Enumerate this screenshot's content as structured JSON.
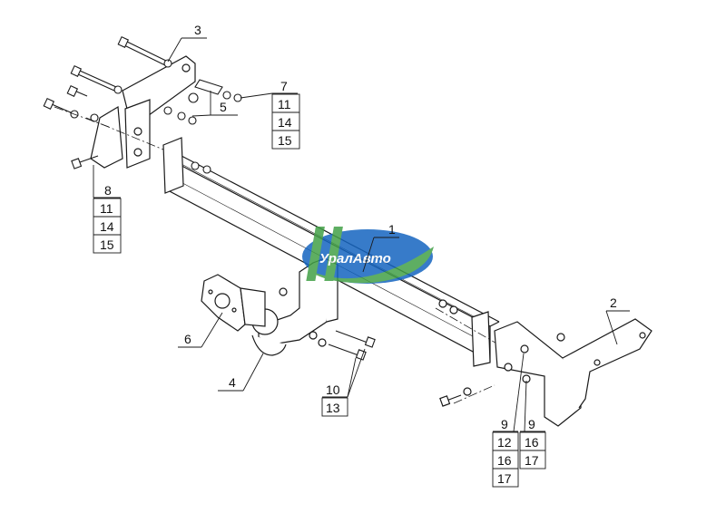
{
  "callouts": {
    "c1": "1",
    "c2": "2",
    "c3": "3",
    "c4": "4",
    "c5": "5",
    "c6": "6",
    "c7": {
      "main": "7",
      "subs": [
        "11",
        "14",
        "15"
      ]
    },
    "c8": {
      "main": "8",
      "subs": [
        "11",
        "14",
        "15"
      ]
    },
    "c9a": {
      "main": "9",
      "subs": [
        "12",
        "16",
        "17"
      ]
    },
    "c9b": {
      "main": "9",
      "subs": [
        "16",
        "17"
      ]
    },
    "c10": {
      "main": "10",
      "subs": [
        "13"
      ]
    }
  },
  "watermark": {
    "text": "УралАвто",
    "colors": {
      "blue": "#1565c0",
      "green": "#43a047",
      "white": "#ffffff"
    }
  },
  "colors": {
    "line": "#1a1a1a",
    "background": "#ffffff"
  }
}
